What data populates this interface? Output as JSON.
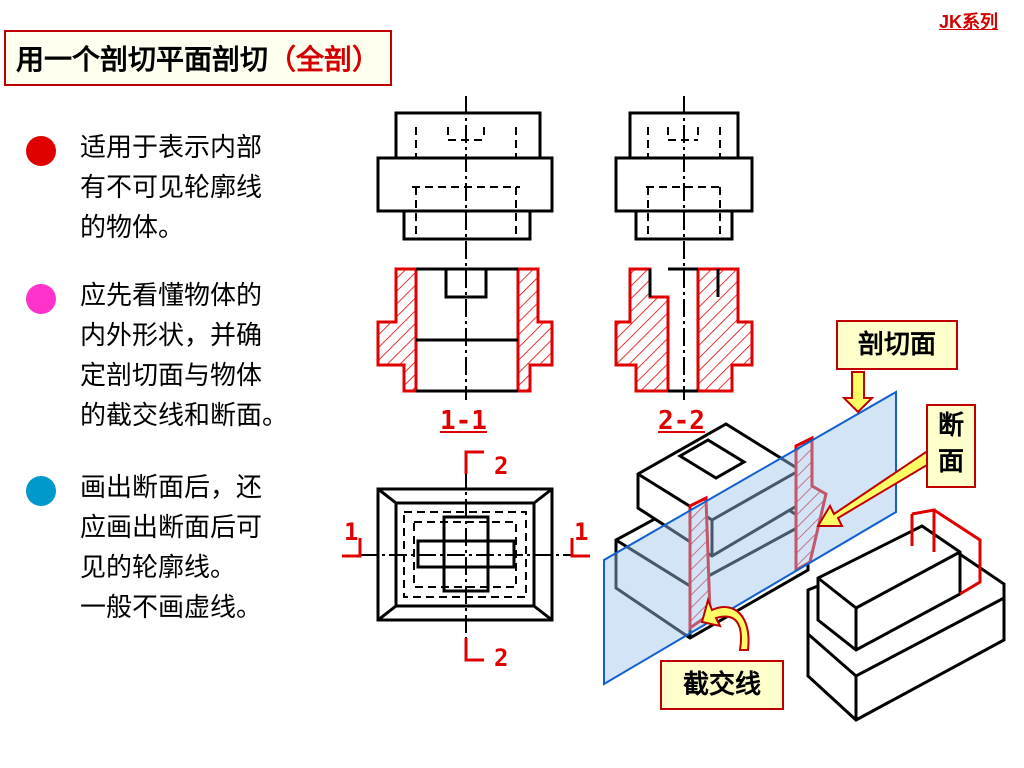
{
  "series_tag": "JK系列",
  "title": {
    "main": "用一个剖切平面剖切",
    "paren": "（全剖）"
  },
  "bullets": [
    {
      "text": "适用于表示内部\n有不可见轮廓线\n的物体。",
      "color": "#e00000"
    },
    {
      "text": "应先看懂物体的\n内外形状，并确\n定剖切面与物体\n的截交线和断面。",
      "color": "#ff33cc"
    },
    {
      "text": "画出断面后，还\n应画出断面后可\n见的轮廓线。\n一般不画虚线。",
      "color": "#0099cc"
    }
  ],
  "section_labels": {
    "s1": "1-1",
    "s2": "2-2"
  },
  "cut_marks": {
    "top": "2",
    "bottom": "2",
    "left": "1",
    "right": "1"
  },
  "callouts": {
    "cutting_plane": "剖切面",
    "section": "断\n面",
    "intersection": "截交线"
  },
  "colors": {
    "section_red": "#e00000",
    "plane_blue": "#1060d0",
    "label_bg": "#ffffcc",
    "label_border": "#c00000"
  }
}
